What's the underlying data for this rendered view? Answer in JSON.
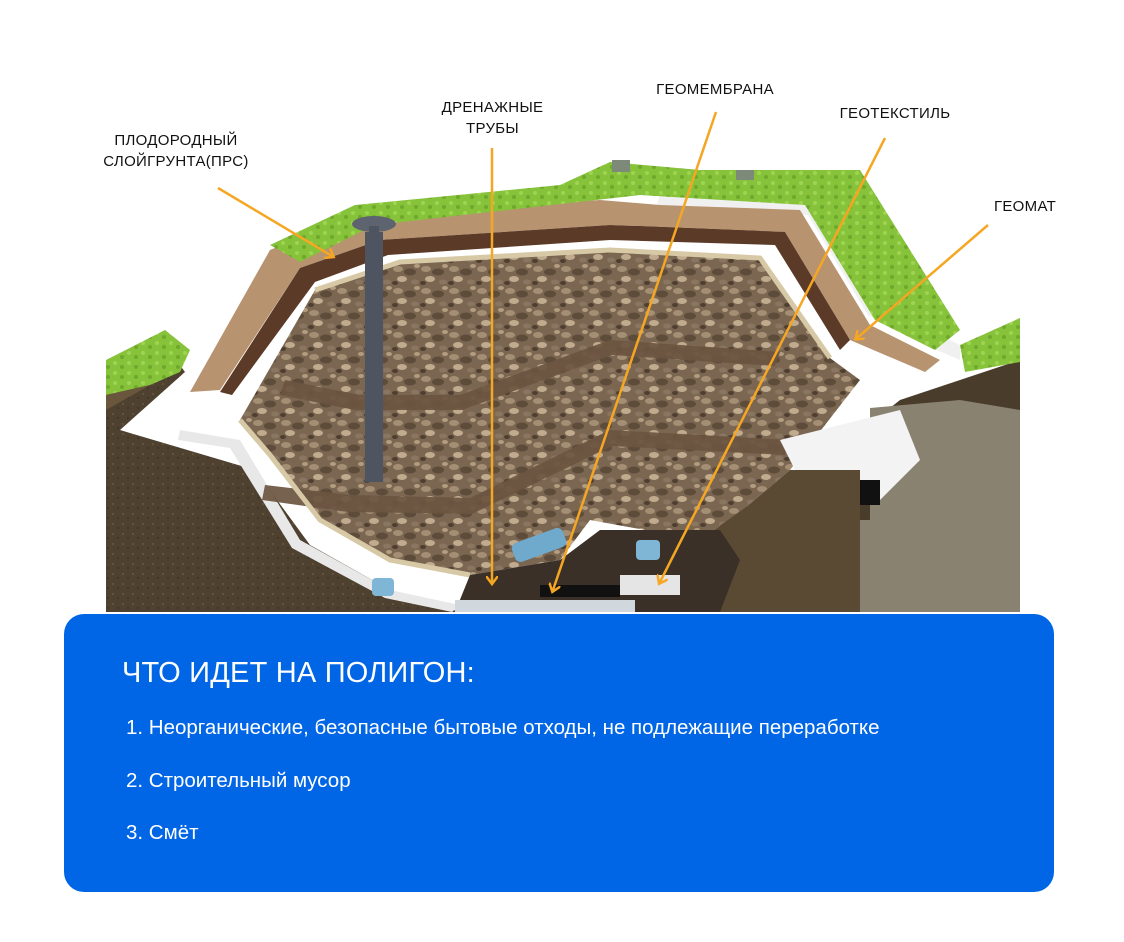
{
  "callouts": {
    "fertile_layer": [
      "ПЛОДОРОДНЫЙ",
      "СЛОЙГРУНТА(ПРС)"
    ],
    "drainage_pipes": [
      "ДРЕНАЖНЫЕ",
      "ТРУБЫ"
    ],
    "geomembrane": [
      "ГЕОМЕМБРАНА"
    ],
    "geotextile": [
      "ГЕОТЕКСТИЛЬ"
    ],
    "geomat": [
      "ГЕОМАТ"
    ]
  },
  "info": {
    "title": "ЧТО ИДЕТ НА ПОЛИГОН:",
    "items": [
      "1. Неорганические, безопасные бытовые отходы, не подлежащие переработке",
      "2. Строительный мусор",
      "3. Смёт"
    ]
  },
  "colors": {
    "callout_arrow": "#f5a623",
    "panel": "#0066e6",
    "grass": "#8cc63f",
    "soil": "#5a4a32",
    "gravel": "#7a6650"
  }
}
